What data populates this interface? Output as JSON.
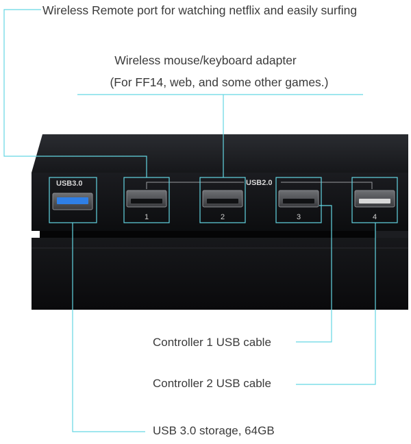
{
  "callouts": {
    "remote_port": "Wireless Remote port for watching netflix and easily surfing",
    "mouse_adapter_line1": "Wireless mouse/keyboard adapter",
    "mouse_adapter_line2": "(For FF14, web, and some other games.)",
    "controller1": "Controller 1 USB cable",
    "controller2": "Controller 2 USB cable",
    "storage": "USB 3.0 storage, 64GB"
  },
  "device": {
    "usb3_label": "USB3.0",
    "usb2_label": "USB2.0",
    "ports": [
      {
        "number": "1"
      },
      {
        "number": "2"
      },
      {
        "number": "3"
      },
      {
        "number": "4"
      }
    ]
  },
  "colors": {
    "callout_line": "#63d6e3",
    "device_body": "#141518",
    "usb3_port": "#2f7fe6",
    "label_text": "#3a3a3a"
  }
}
